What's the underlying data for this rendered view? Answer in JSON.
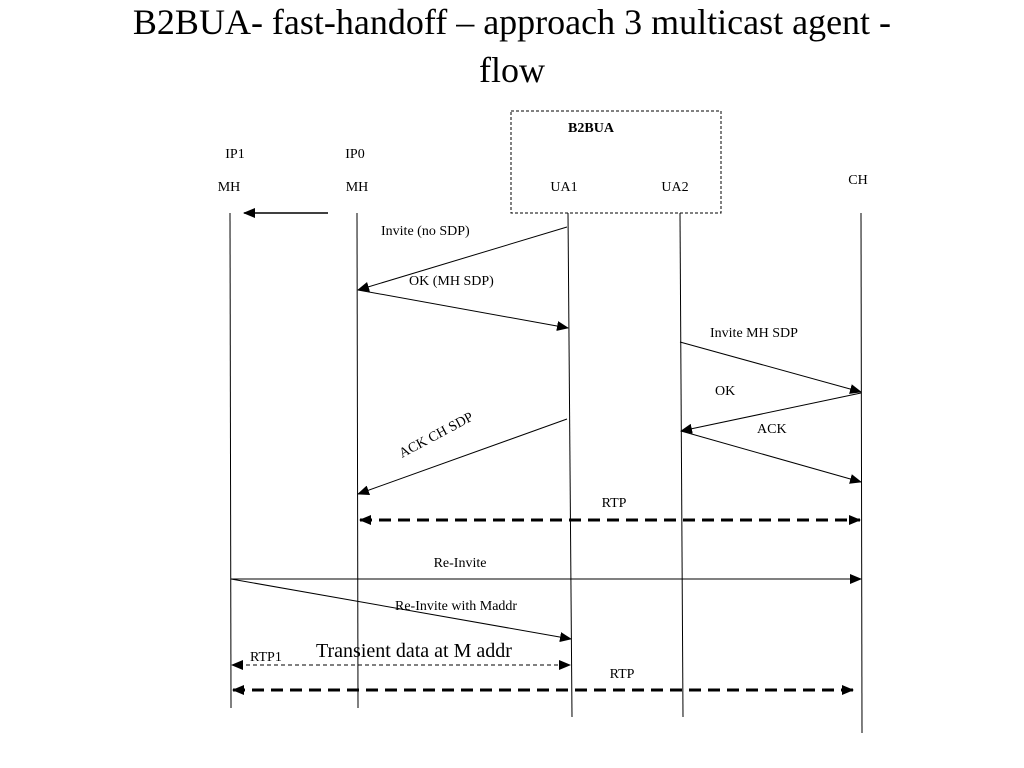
{
  "title": {
    "line1": "B2BUA- fast-handoff – approach 3 multicast agent -",
    "line2": "flow"
  },
  "b2bua_box_label": "B2BUA",
  "entities": {
    "mh_ip1": {
      "ip": "IP1",
      "name": "MH"
    },
    "mh_ip0": {
      "ip": "IP0",
      "name": "MH"
    },
    "ua1": {
      "name": "UA1"
    },
    "ua2": {
      "name": "UA2"
    },
    "ch": {
      "name": "CH"
    }
  },
  "messages": {
    "invite_no_sdp": "Invite (no SDP)",
    "ok_mh_sdp": "OK (MH SDP)",
    "invite_mh_sdp": "Invite MH SDP",
    "ok": "OK",
    "ack": "ACK",
    "ack_ch_sdp": "ACK CH SDP",
    "rtp_1": "RTP",
    "re_invite": "Re-Invite",
    "re_invite_maddr": "Re-Invite with Maddr",
    "transient": "Transient data at M addr",
    "rtp1": "RTP1",
    "rtp_2": "RTP"
  }
}
